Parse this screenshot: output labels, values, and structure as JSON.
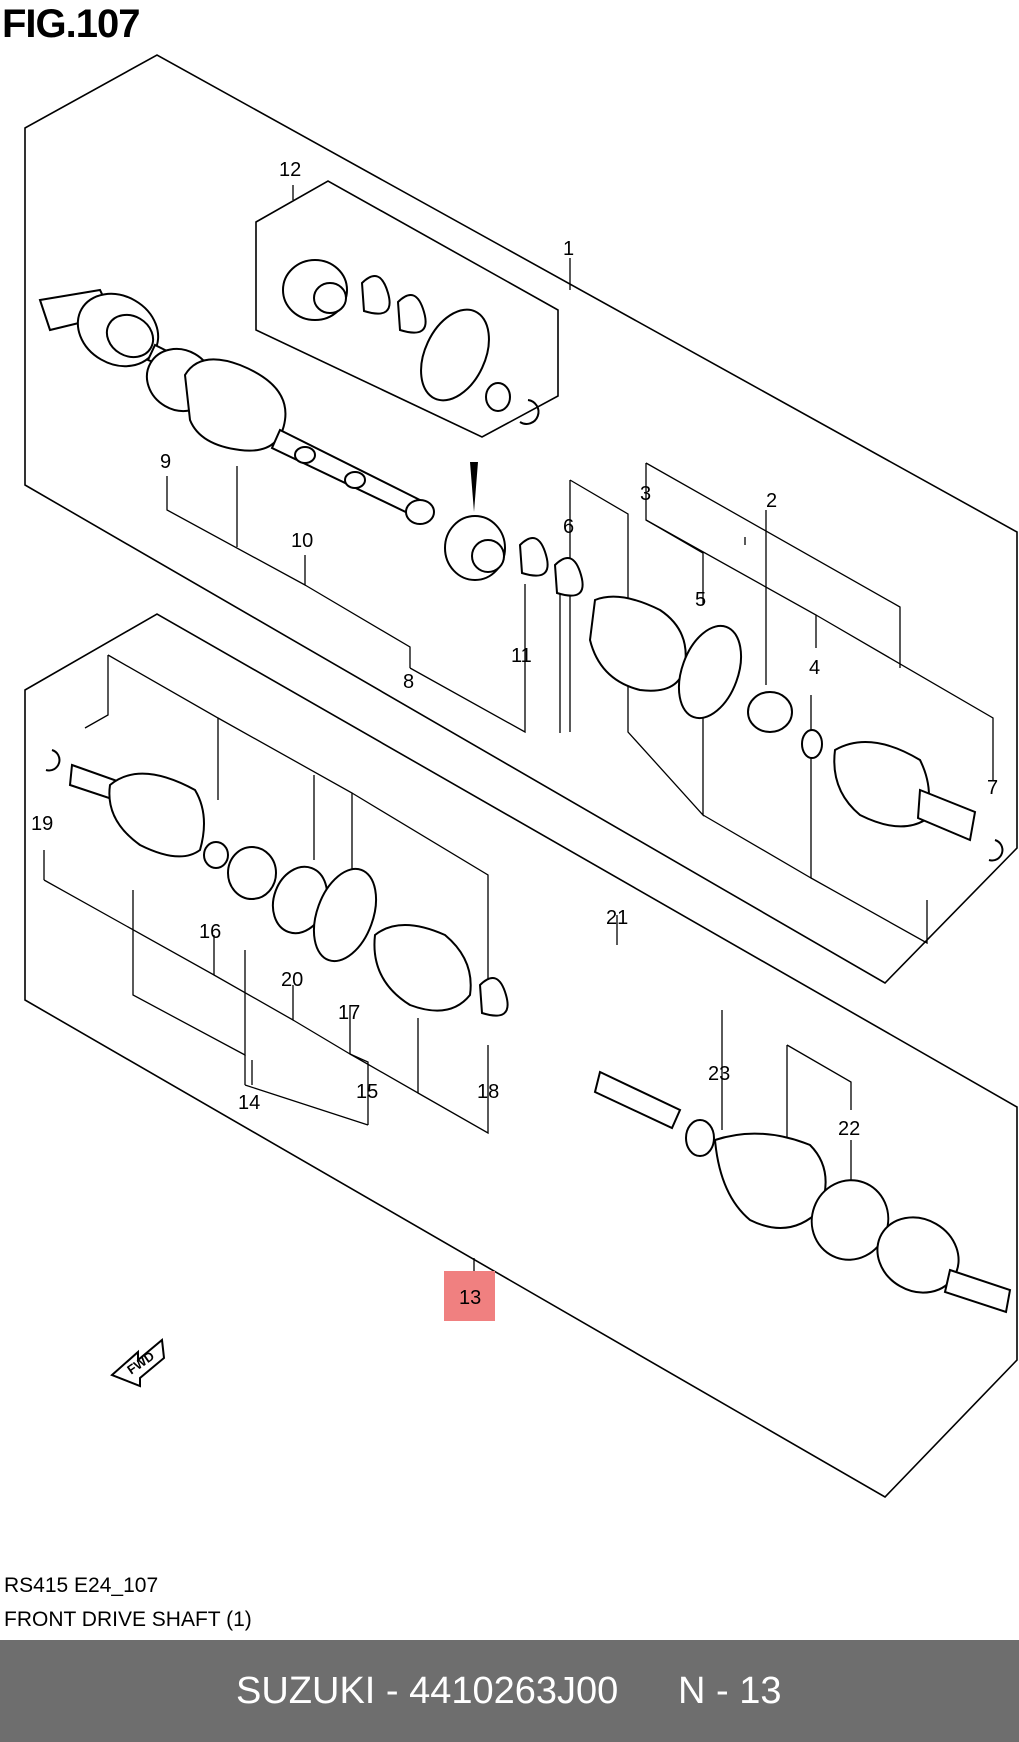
{
  "figure": {
    "title": "FIG.107",
    "code": "RS415 E24_107",
    "caption": "FRONT DRIVE SHAFT (1)"
  },
  "footer": {
    "part_label": "SUZUKI - 4410263J00",
    "ref_label": "N - 13"
  },
  "highlight": {
    "callout": "13",
    "color": "#f08080"
  },
  "fwd_label": "FWD",
  "callouts": {
    "c1": "1",
    "c2": "2",
    "c3": "3",
    "c4": "4",
    "c5": "5",
    "c6": "6",
    "c7": "7",
    "c8": "8",
    "c9": "9",
    "c10": "10",
    "c11": "11",
    "c12": "12",
    "c13": "13",
    "c14": "14",
    "c15": "15",
    "c16": "16",
    "c17": "17",
    "c18": "18",
    "c19": "19",
    "c20": "20",
    "c21": "21",
    "c22": "22",
    "c23": "23"
  }
}
